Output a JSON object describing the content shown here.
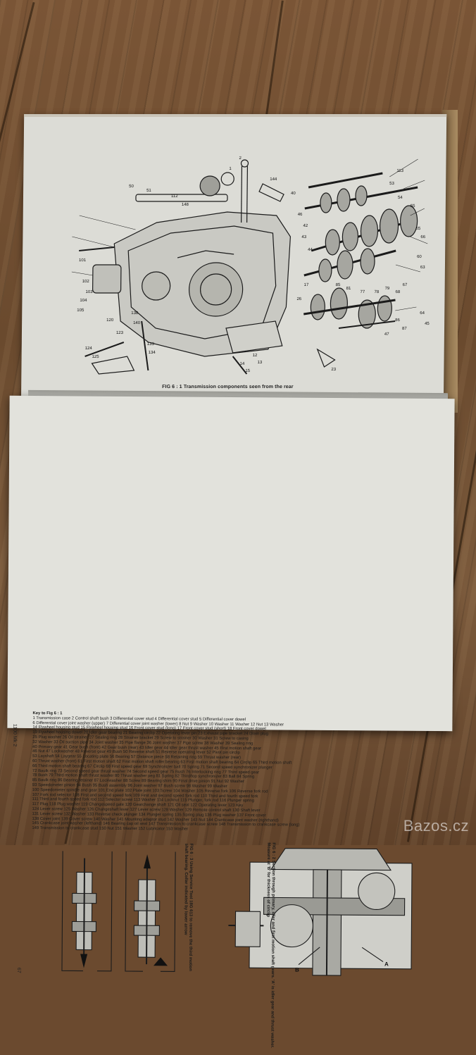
{
  "figure1_caption": "FIG 6 : 1   Transmission components seen from the rear",
  "key_title": "Key to Fig 6 : 1",
  "key_lines": [
    "1 Transmission case   2 Control shaft bush   3 Differential cover stud   4 Differential cover stud   5 Differential cover dowel",
    "6 Differential cover joint washer (upper)   7 Differential cover joint washer (lower)   8 Nut   9 Washer   10 Washer   11 Washer   12 Nut   13 Washer",
    "14 Flywheel housing stud   15 Flywheel housing stud   16 Front cover stud (long)   17 Front cover stud (short)   18 Front cover dowel",
    "19 Flywheel housing dowel   20 Idler gear bearing   21 Bearing circlip   22 Operating lever pin   23 Exhaust pipe bracket   24 Drain plug",
    "25 Plug washer   26 Oil strainer   27 Sealing ring   28 Strainer bracket   29 Screw to strainer   30 Washer   31 Screw to casing",
    "32 Washer   33 Oil suction pipe   34 Joint washer   35 Pipe flange   36 Joint washer   37 Pipe screw   38 Washer   39 Sealing ring",
    "40 Primary gear   41 Gear bush (front)   42 Gear bush (rear)   43 Idler gear   44 Idler gear thrust washer   45 First motion shaft gear",
    "46 Nut   47 Lockwasher   48 Reverse gear   49 Bush   50 Reverse shaft   51 Reverse operating lever   52 Pivot pin circlip",
    "53 Layshaft   54 Laygear   55 Locating plate   56 Bearing   57 Distance piece   58 Retaining ring   59 Thrust washer (rear)",
    "60 Thrust washer (front)   61 First motion shaft   62 First motion shaft roller bearing   63 First motion shaft bearing   64 Circlip   65 Third motion shaft",
    "66 Third motion shaft bearing   67 Circlip   68 First speed gear   69 Synchronizer ball   70 Spring   71 Second speed synchronizer plunger",
    "72 Baulk ring   73 Second speed gear thrust washer   74 Second speed gear   75 Bush   76 Interlocking ring   77 Third speed gear",
    "78 Bush   79 Third motion shaft thrust washer   80 Thrust washer peg   81 Spring   82 Third/top synchronizer   83 Ball   84 Spring",
    "85 Baulk ring   86 Bearing retainer   87 Lockwasher   88 Screw   89 Bearing shim   90 Final drive pinion   91 Nut   92 Washer",
    "93 Speedometer pinion   94 Bush   95 Bush assembly   96 Joint washer   97 Bush screw   98 Washer   99 Washer",
    "100 Speedometer spindle and gear   101 End plate   102 Plate joint   103 Screw   104 Washer   105 Reverse fork   106 Reverse fork rod",
    "107 Fork rod selector   108 First and second speed fork   109 First and second speed fork rod   110 Third and fourth speed fork",
    "111 Third and fourth speed fork rod   112 Selector screw   113 Washer   114 Locknut   115 Plunger, fork rod   116 Plunger spring",
    "117 Plug   118 Plug washer   119 Changespeed gate   120 Gearchange shaft   121 Oil seal   122 Operating lever   123 Key",
    "124 Lever screw   125 Washer   126 Changeshaft lever   127 Lever screw   128 Washer   129 Remote control shaft   130 Shaft lever",
    "131 Lever screw   132 Washer   133 Reverse check plunger   134 Plunger spring   135 Spring plug   136 Plug washer   137 Front cover",
    "138 Cover joint   139 Cover screw   140 Washer   141 Mounting adaptor stud   142 Washer   143 Nut   144 Crankcase joint washer (righthand)",
    "145 Crankcase joint washer (lefthand)   146 Bearing cap oil seal   147 Transmission to crankcase screw   148 Transmission to crankcase screw (long)",
    "149 Transmission to crankcase stud   150 Nut   151 Washer   152 Lubricator   153 Washer"
  ],
  "side_label": "1100 Mk 2",
  "page_number": "67",
  "figure2_caption": "FIG 6 : 2 Section through primary, idler and first motion shaft gears. 'A' is idler gear and thrust washer. Measure at 'B' for thickness of circlip",
  "figure3_caption": "FIG 6 : 3 Using Service Tool 18G 613 to remove the third motion shaft bearing. Collar indicated by lower arrow",
  "part_numbers": [
    "50",
    "51",
    "112",
    "148",
    "2",
    "1",
    "144",
    "53",
    "54",
    "55",
    "113",
    "40",
    "46",
    "42",
    "43",
    "44",
    "101",
    "102",
    "103",
    "104",
    "105",
    "120",
    "123",
    "124",
    "125",
    "134",
    "133",
    "138",
    "140",
    "14",
    "15",
    "12",
    "13",
    "17",
    "26",
    "23",
    "60",
    "63",
    "65",
    "66",
    "67",
    "68",
    "77",
    "78",
    "79",
    "81",
    "85",
    "86",
    "87",
    "64",
    "45",
    "47"
  ],
  "label_A": "A",
  "label_B": "B",
  "watermark": "Bazos.cz"
}
